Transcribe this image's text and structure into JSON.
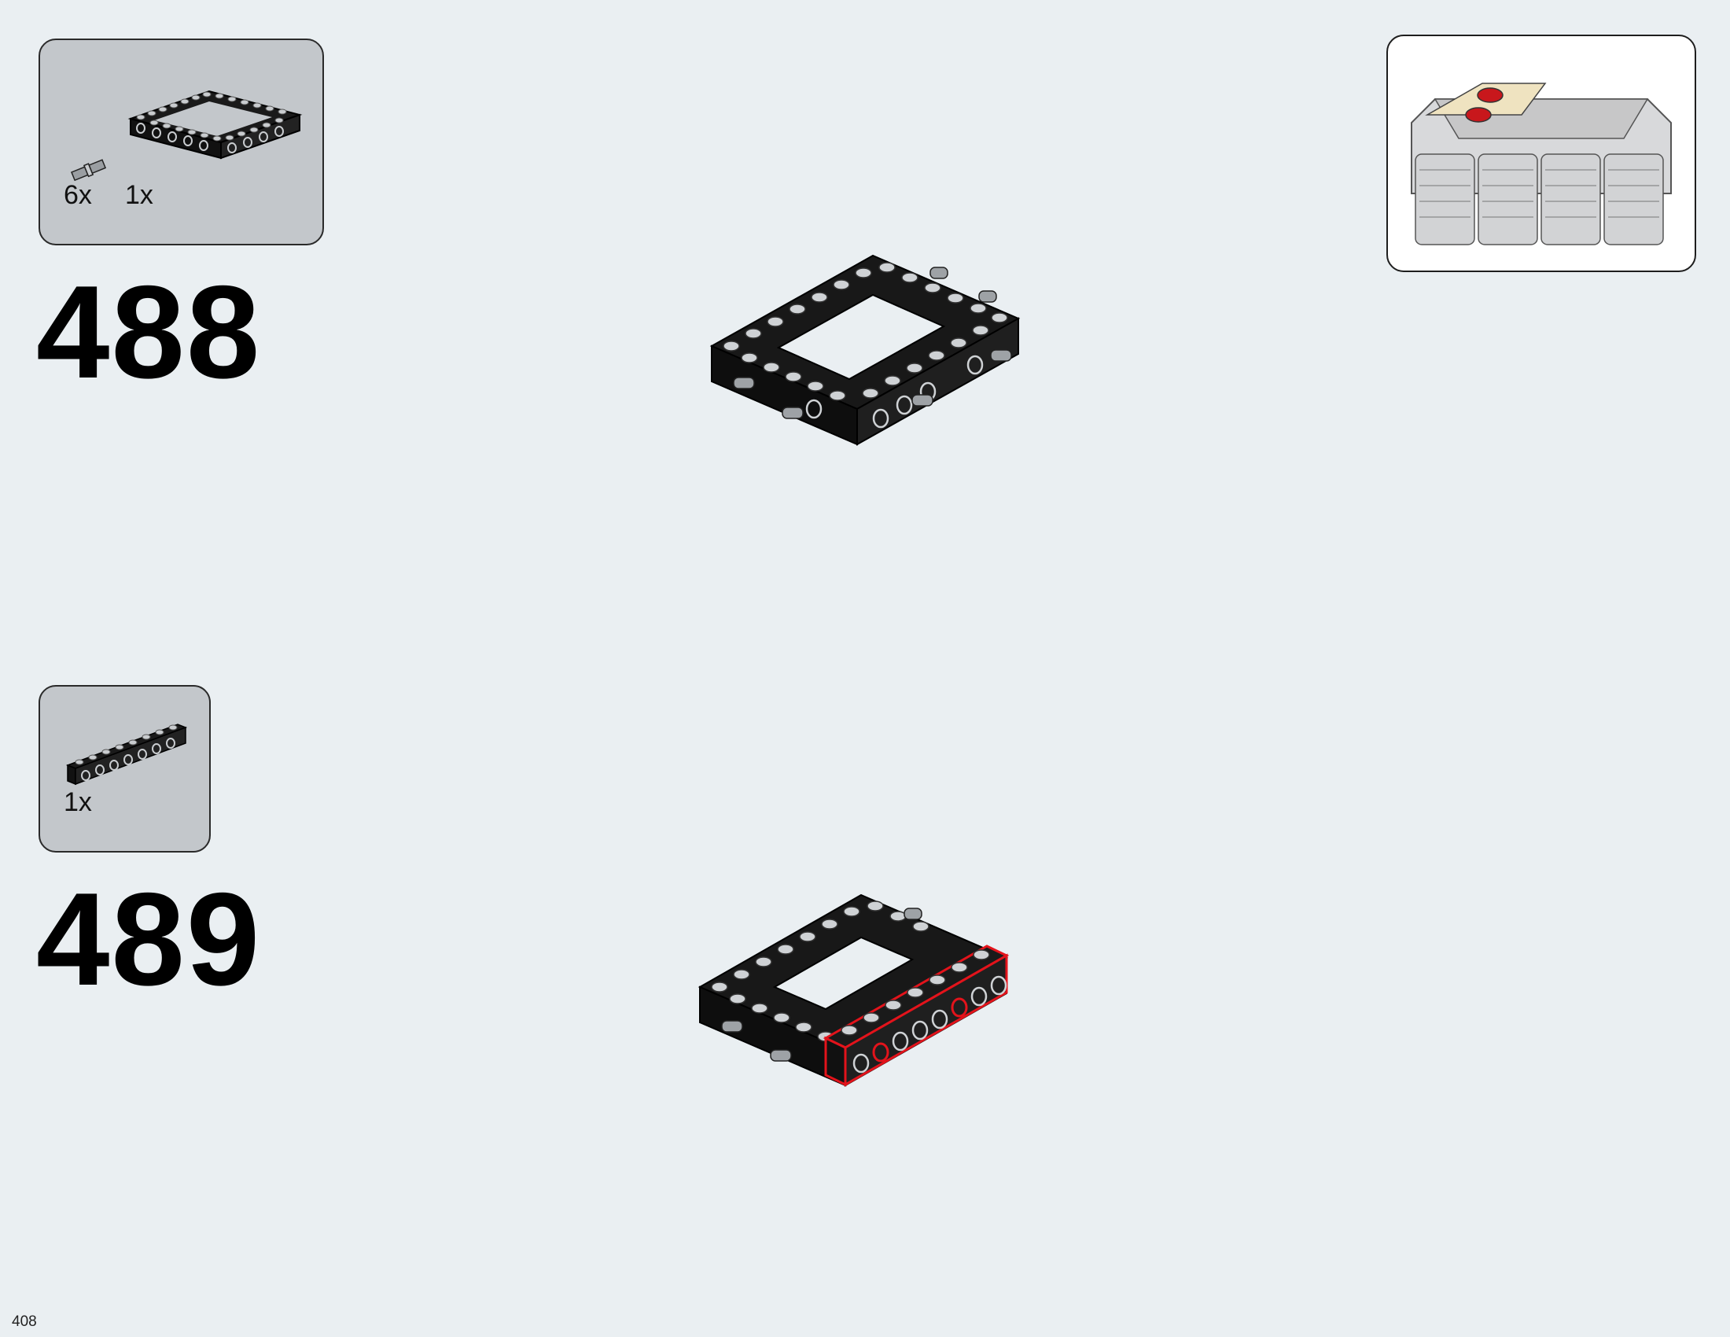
{
  "page": {
    "number": "408"
  },
  "steps": [
    {
      "number": "488",
      "parts": [
        {
          "part": "technic-pin-light-gray",
          "quantity": "6x"
        },
        {
          "part": "technic-frame-black-6x8",
          "quantity": "1x"
        }
      ]
    },
    {
      "number": "489",
      "parts": [
        {
          "part": "technic-brick-1x8-black",
          "quantity": "1x"
        }
      ]
    }
  ],
  "colors": {
    "background": "#eaeff2",
    "parts_box": "#c3c7cb",
    "brick": "#161616",
    "stud": "#c9cccf",
    "highlight": "#e3131b"
  }
}
